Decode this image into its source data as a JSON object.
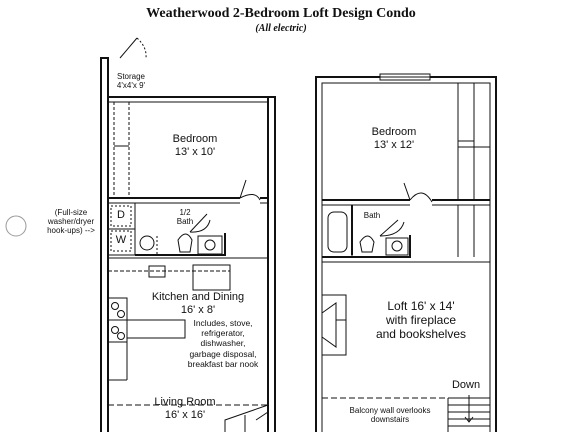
{
  "header": {
    "title": "Weatherwood 2-Bedroom Loft Design Condo",
    "subtitle": "(All electric)"
  },
  "main_floor": {
    "storage": {
      "name": "Storage",
      "dims": "4'x4'x 9'"
    },
    "bedroom": {
      "name": "Bedroom",
      "dims": "13' x 10'"
    },
    "half_bath": {
      "name": "1/2",
      "sub": "Bath"
    },
    "laundry_note": [
      "(Full-size",
      "washer/dryer",
      "hook-ups) -->"
    ],
    "dryer": "D",
    "washer": "W",
    "kitchen": {
      "name": "Kitchen and Dining",
      "dims": "16' x 8'",
      "includes": [
        "Includes, stove,",
        "refrigerator,",
        "dishwasher,",
        "garbage disposal,",
        "breakfast bar nook"
      ]
    },
    "living": {
      "name": "Living Room",
      "dims": "16' x 16'"
    }
  },
  "loft_floor": {
    "bedroom": {
      "name": "Bedroom",
      "dims": "13' x 12'"
    },
    "bath": {
      "name": "Bath"
    },
    "loft": {
      "lines": [
        "Loft 16' x 14'",
        "with fireplace",
        "and bookshelves"
      ]
    },
    "stairs": "Down",
    "balcony": [
      "Balcony wall overlooks",
      "downstairs"
    ]
  },
  "colors": {
    "ink": "#111111",
    "paper": "#ffffff"
  }
}
